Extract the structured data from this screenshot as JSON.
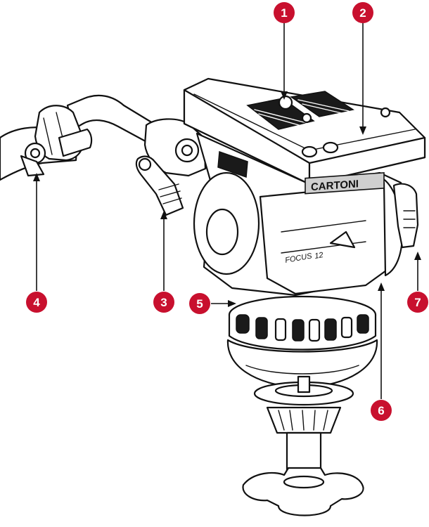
{
  "colors": {
    "callout": "#c8102e",
    "line": "#111111",
    "background": "#ffffff"
  },
  "product": {
    "brand_text": "CARTONI",
    "model_text": "FOCUS",
    "model_sub": "12"
  },
  "callouts": [
    {
      "id": "1",
      "label": "1"
    },
    {
      "id": "2",
      "label": "2"
    },
    {
      "id": "3",
      "label": "3"
    },
    {
      "id": "4",
      "label": "4"
    },
    {
      "id": "5",
      "label": "5"
    },
    {
      "id": "6",
      "label": "6"
    },
    {
      "id": "7",
      "label": "7"
    }
  ]
}
